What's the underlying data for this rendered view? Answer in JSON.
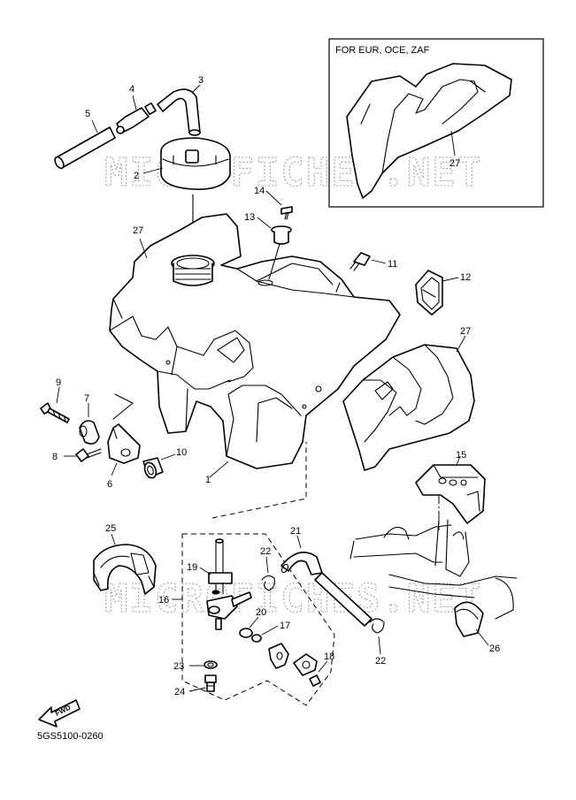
{
  "inset": {
    "label": "FOR EUR, OCE, ZAF"
  },
  "watermark": {
    "text": "MICROFICHES.NET"
  },
  "footer": {
    "code": "5GS5100-0260",
    "fwd_label": "FWD"
  },
  "callouts": {
    "n1": "1",
    "n2": "2",
    "n3": "3",
    "n4": "4",
    "n5": "5",
    "n6": "6",
    "n7": "7",
    "n8": "8",
    "n9": "9",
    "n10": "10",
    "n11": "11",
    "n12": "12",
    "n13": "13",
    "n14": "14",
    "n15": "15",
    "n16": "16",
    "n17": "17",
    "n18": "18",
    "n19": "19",
    "n20": "20",
    "n21": "21",
    "n22a": "22",
    "n22b": "22",
    "n23": "23",
    "n24": "24",
    "n25": "25",
    "n26": "26",
    "n27a": "27",
    "n27b": "27",
    "n27c": "27"
  }
}
